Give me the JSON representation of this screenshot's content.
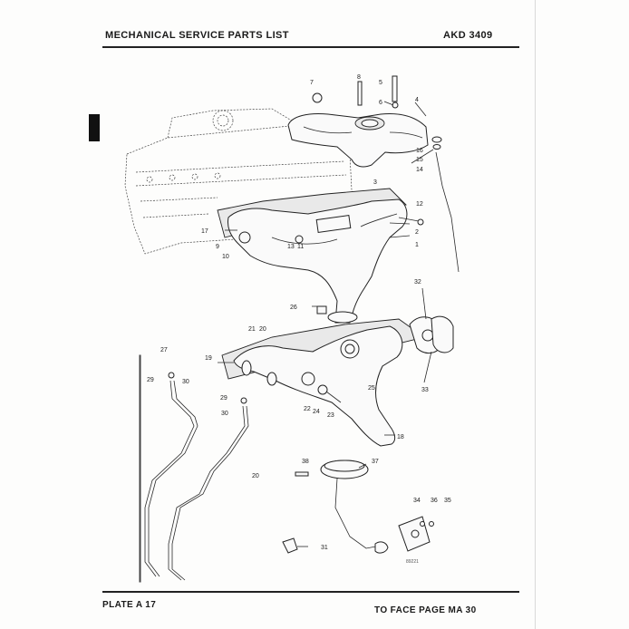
{
  "header": {
    "title": "MECHANICAL SERVICE PARTS LIST",
    "code": "AKD 3409"
  },
  "footer": {
    "plate": "PLATE A 17",
    "face_page": "TO FACE PAGE MA 30"
  },
  "drawing": {
    "reference": "89221",
    "callouts": [
      {
        "id": "c1",
        "label": "1"
      },
      {
        "id": "c2",
        "label": "2"
      },
      {
        "id": "c3",
        "label": "3"
      },
      {
        "id": "c4",
        "label": "4"
      },
      {
        "id": "c5",
        "label": "5"
      },
      {
        "id": "c6",
        "label": "6"
      },
      {
        "id": "c7",
        "label": "7"
      },
      {
        "id": "c8",
        "label": "8"
      },
      {
        "id": "c9",
        "label": "9"
      },
      {
        "id": "c10",
        "label": "10"
      },
      {
        "id": "c11",
        "label": "11"
      },
      {
        "id": "c12",
        "label": "12"
      },
      {
        "id": "c13",
        "label": "13"
      },
      {
        "id": "c14",
        "label": "14"
      },
      {
        "id": "c15",
        "label": "15"
      },
      {
        "id": "c16",
        "label": "16"
      },
      {
        "id": "c17",
        "label": "17"
      },
      {
        "id": "c18",
        "label": "18"
      },
      {
        "id": "c19",
        "label": "19"
      },
      {
        "id": "c20a",
        "label": "20"
      },
      {
        "id": "c20b",
        "label": "20"
      },
      {
        "id": "c21",
        "label": "21"
      },
      {
        "id": "c22",
        "label": "22"
      },
      {
        "id": "c23",
        "label": "23"
      },
      {
        "id": "c24",
        "label": "24"
      },
      {
        "id": "c25",
        "label": "25"
      },
      {
        "id": "c26",
        "label": "26"
      },
      {
        "id": "c27",
        "label": "27"
      },
      {
        "id": "c29a",
        "label": "29"
      },
      {
        "id": "c29b",
        "label": "29"
      },
      {
        "id": "c30a",
        "label": "30"
      },
      {
        "id": "c30b",
        "label": "30"
      },
      {
        "id": "c31",
        "label": "31"
      },
      {
        "id": "c32",
        "label": "32"
      },
      {
        "id": "c33",
        "label": "33"
      },
      {
        "id": "c34",
        "label": "34"
      },
      {
        "id": "c35",
        "label": "35"
      },
      {
        "id": "c36",
        "label": "36"
      },
      {
        "id": "c37",
        "label": "37"
      },
      {
        "id": "c38",
        "label": "38"
      }
    ]
  }
}
